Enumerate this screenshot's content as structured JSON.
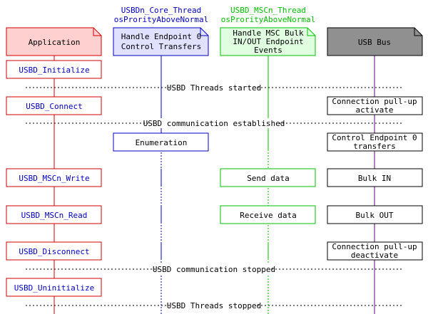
{
  "threads": {
    "core": {
      "name": "USBDn_Core_Thread",
      "priority": "osProrityAboveNormal"
    },
    "msc": {
      "name": "USBD_MSCn_Thread",
      "priority": "osProrityAboveNormal"
    }
  },
  "lanes": {
    "application": "Application",
    "core": [
      "Handle Endpoint 0",
      "Control Transfers"
    ],
    "msc": [
      "Handle MSC Bulk",
      "IN/OUT Endpoint",
      "Events"
    ],
    "bus": "USB Bus"
  },
  "separators": {
    "threads_started": "USBD Threads started",
    "comm_established": "USBD communication established",
    "comm_stopped": "USBD communication stopped",
    "threads_stopped": "USBD Threads stopped"
  },
  "app_calls": {
    "initialize": "USBD_Initialize",
    "connect": "USBD_Connect",
    "write": "USBD_MSCn_Write",
    "read": "USBD_MSCn_Read",
    "disconnect": "USBD_Disconnect",
    "uninitialize": "USBD_Uninitialize"
  },
  "core_actions": {
    "enumeration": "Enumeration"
  },
  "msc_actions": {
    "send": "Send data",
    "receive": "Receive data"
  },
  "bus_actions": {
    "pullup_activate": [
      "Connection pull-up",
      "activate"
    ],
    "control_ep0": [
      "Control Endpoint 0",
      "transfers"
    ],
    "bulk_in": "Bulk IN",
    "bulk_out": "Bulk OUT",
    "pullup_deactivate": [
      "Connection pull-up",
      "deactivate"
    ]
  },
  "colors": {
    "app_stroke": "#d00000",
    "app_fill": "#ffd0d0",
    "core_stroke": "#0000c0",
    "core_fill": "#e0e0ff",
    "core_text": "#0000c0",
    "msc_stroke": "#00c000",
    "msc_fill": "#e0ffe0",
    "msc_text": "#00c000",
    "bus_fill": "#909090",
    "lifeline_app": "#d00000",
    "lifeline_core": "#0000c0",
    "lifeline_msc": "#00c000",
    "lifeline_bus": "#600080",
    "call_text": "#0000c0"
  }
}
